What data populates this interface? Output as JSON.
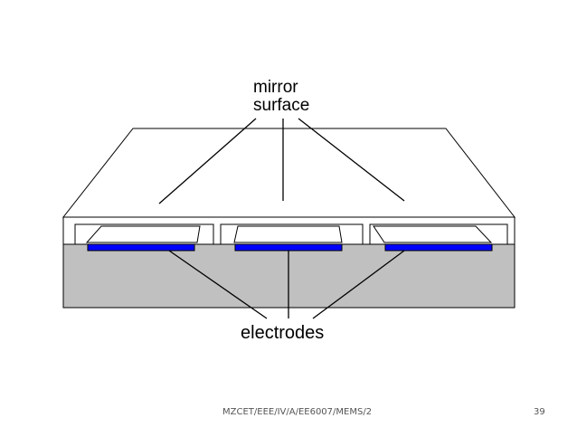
{
  "diagram": {
    "labels": {
      "mirror_line1": "mirror",
      "mirror_line2": "surface",
      "electrodes": "electrodes"
    },
    "colors": {
      "electrode": "#0000ff",
      "substrate": "#c0c0c0",
      "outline": "#000000",
      "background": "#ffffff"
    },
    "electrode_count": 3
  },
  "footer": {
    "text": "MZCET/EEE/IV/A/EE6007/MEMS/2",
    "page_number": "39"
  }
}
